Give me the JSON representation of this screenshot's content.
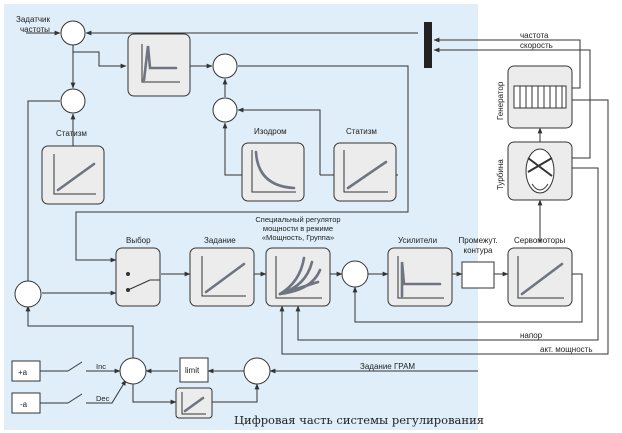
{
  "colors": {
    "digital_region": "#dfeef8",
    "wire": "#333333",
    "block_fill": "#ececec",
    "curve": "#6e7480"
  },
  "labels": {
    "freq_setter": "Задатчик\nчастоты",
    "statism_left": "Статизм",
    "izodrom": "Изодром",
    "statism_right": "Статизм",
    "vybor": "Выбор",
    "zadanie": "Задание",
    "special_regulator": "Специальный регулятор\nмощности в режиме\n«Мощность, Группа»",
    "usiliteli": "Усилители",
    "promezh": "Промежут.\nконтура",
    "servomotory": "Сервомоторы",
    "generator": "Генератор",
    "turbina": "Турбина",
    "chastota": "частота",
    "skorost": "скорость",
    "napor": "напор",
    "akt_moshchnost": "акт. мощность",
    "zadanie_gram": "Задание ГРАМ",
    "limit": "limit",
    "plus_a": "+a",
    "minus_a": "-a",
    "inc": "Inc",
    "dec": "Dec",
    "caption": "Цифровая часть системы регулирования"
  }
}
